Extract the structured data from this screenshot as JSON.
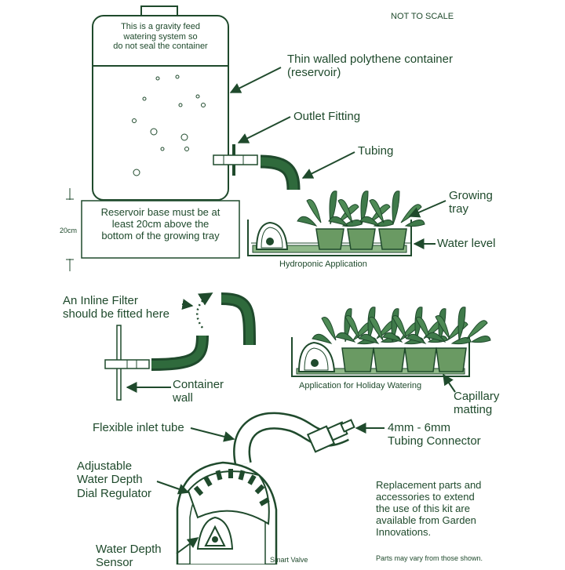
{
  "header": {
    "scale_note": "NOT TO SCALE"
  },
  "reservoir": {
    "cap_note": "This is a gravity feed\nwatering system so\ndo not seal the container",
    "base_note": "Reservoir base must be at\nleast 20cm above the\nbottom of the growing tray",
    "height_label": "20cm"
  },
  "labels": {
    "container": "Thin walled polythene container\n(reservoir)",
    "outlet": "Outlet Fitting",
    "tubing": "Tubing",
    "growing_tray": "Growing\ntray",
    "water_level": "Water level",
    "hydroponic": "Hydroponic Application",
    "inline_filter": "An Inline Filter\nshould be fitted here",
    "container_wall": "Container\nwall",
    "holiday": "Application for Holiday Watering",
    "capillary": "Capillary\nmatting",
    "inlet_tube": "Flexible inlet tube",
    "connector": "4mm - 6mm\nTubing Connector",
    "dial": "Adjustable\nWater Depth\nDial Regulator",
    "sensor": "Water Depth\nSensor",
    "brand": "Smart Valve",
    "replacement": "Replacement parts and\naccessories to extend\nthe use of this kit are\navailable from Garden\nInnovations.",
    "parts_note": "Parts may vary from those shown."
  },
  "colors": {
    "ink": "#1f4a2c",
    "leaf": "#3f7a4a",
    "pot": "#6a9a63",
    "tray": "#8fb889"
  }
}
